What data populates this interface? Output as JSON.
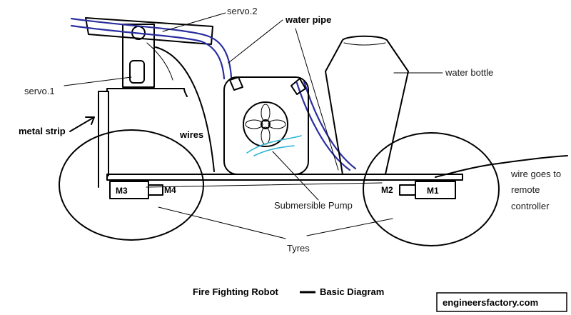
{
  "labels": {
    "servo2": "servo.2",
    "water_pipe": "water pipe",
    "water_bottle": "water bottle",
    "servo1": "servo.1",
    "metal_strip": "metal strip",
    "wires": "wires",
    "m3": "M3",
    "m4": "M4",
    "m2": "M2",
    "m1": "M1",
    "wire_goes_to": [
      "wire goes to",
      "remote",
      "controller"
    ],
    "submersible_pump": "Submersible Pump",
    "tyres": "Tyres"
  },
  "caption": {
    "left": "Fire Fighting Robot",
    "right": "Basic Diagram"
  },
  "watermark": "engineersfactory.com",
  "colors": {
    "pipe": "#2a2ea0",
    "water": "#2fb7d6"
  }
}
